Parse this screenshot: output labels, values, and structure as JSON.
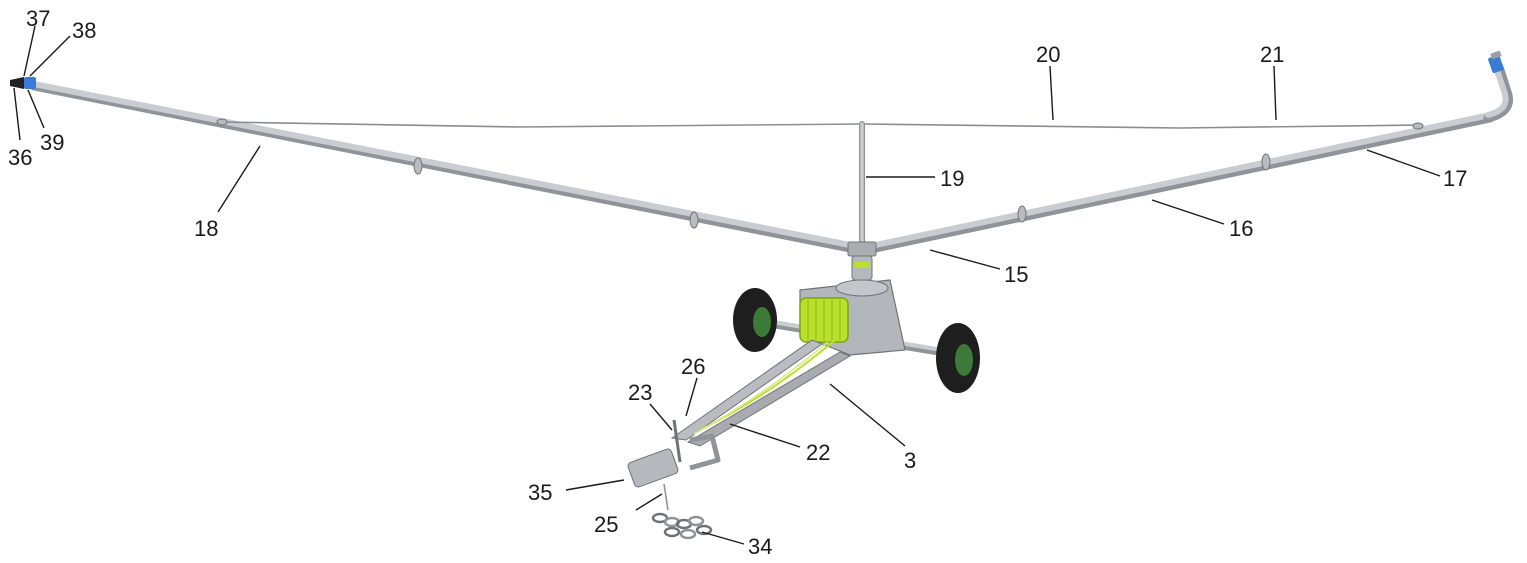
{
  "colors": {
    "steel": "#c9ccd0",
    "steel_dark": "#8f949a",
    "hose_green": "#b9e02a",
    "tire_black": "#1e1e1e",
    "rim_green": "#3d7a3a",
    "nozzle_blue": "#3a7bd5",
    "nozzle_black": "#222222",
    "ink": "#1a1a1a"
  },
  "callouts": {
    "c3": "3",
    "c15": "15",
    "c16": "16",
    "c17": "17",
    "c18": "18",
    "c19": "19",
    "c20": "20",
    "c21": "21",
    "c22": "22",
    "c23": "23",
    "c25": "25",
    "c26": "26",
    "c34": "34",
    "c35": "35",
    "c36": "36",
    "c37": "37",
    "c38": "38",
    "c39": "39"
  }
}
